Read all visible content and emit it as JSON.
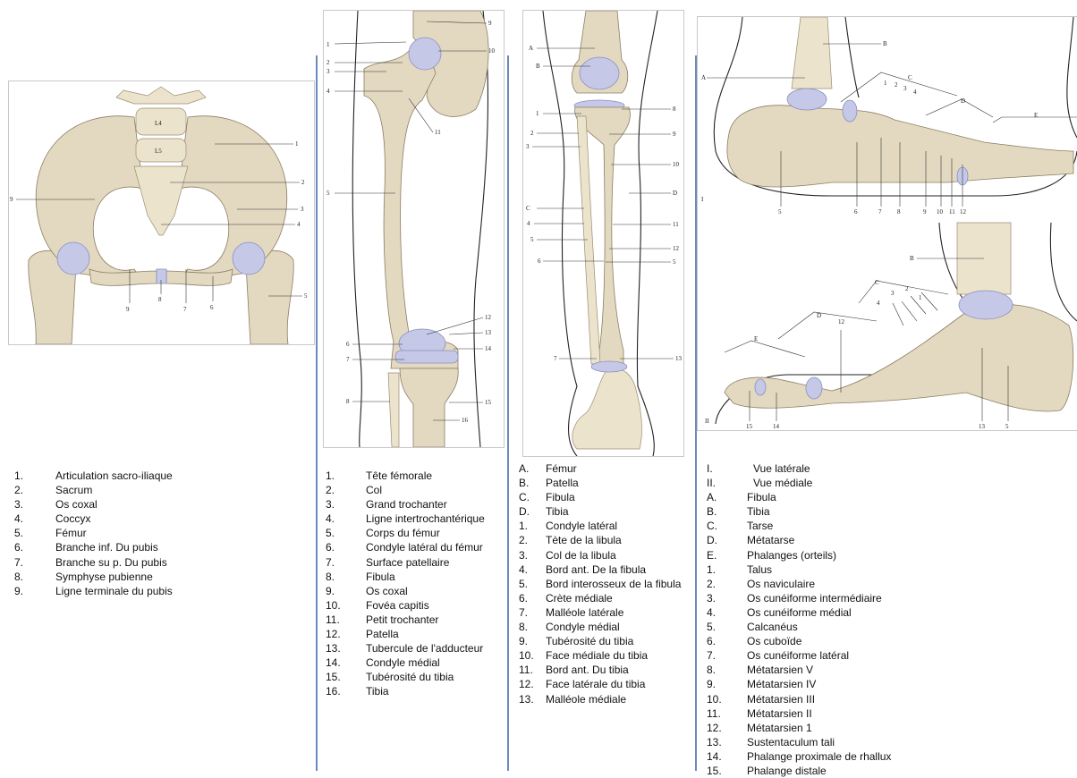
{
  "pelvis": {
    "vertebra_labels": [
      "L4",
      "L5"
    ],
    "callouts": [
      "1",
      "2",
      "3",
      "4",
      "5",
      "6",
      "7",
      "8",
      "9"
    ],
    "legend": [
      {
        "num": "1.",
        "text": "Articulation sacro-iliaque"
      },
      {
        "num": "2.",
        "text": "Sacrum"
      },
      {
        "num": "3.",
        "text": "Os coxal"
      },
      {
        "num": "4.",
        "text": "Coccyx"
      },
      {
        "num": "5.",
        "text": "Fémur"
      },
      {
        "num": "6.",
        "text": "Branche inf. Du pubis"
      },
      {
        "num": "7.",
        "text": "Branche su p. Du pubis"
      },
      {
        "num": "8.",
        "text": "Symphyse pubienne"
      },
      {
        "num": "9.",
        "text": "Ligne terminale du pubis"
      }
    ]
  },
  "femur": {
    "callouts": [
      "1",
      "2",
      "3",
      "4",
      "5",
      "6",
      "7",
      "8",
      "9",
      "10",
      "11",
      "12",
      "13",
      "14",
      "15",
      "16"
    ],
    "legend": [
      {
        "num": "1.",
        "text": "Tête fémorale"
      },
      {
        "num": "2.",
        "text": "Col"
      },
      {
        "num": "3.",
        "text": "Grand trochanter"
      },
      {
        "num": "4.",
        "text": "Ligne intertrochantérique"
      },
      {
        "num": "5.",
        "text": "Corps du fémur"
      },
      {
        "num": "6.",
        "text": "Condyle latéral du fémur"
      },
      {
        "num": "7.",
        "text": "Surface patellaire"
      },
      {
        "num": "8.",
        "text": "Fibula"
      },
      {
        "num": "9.",
        "text": "Os coxal"
      },
      {
        "num": "10.",
        "text": "Fovéa capitis"
      },
      {
        "num": "11.",
        "text": "Petit trochanter"
      },
      {
        "num": "12.",
        "text": "Patella"
      },
      {
        "num": "13.",
        "text": "Tubercule de l'adducteur"
      },
      {
        "num": "14.",
        "text": "Condyle médial"
      },
      {
        "num": "15.",
        "text": "Tubérosité du tibia"
      },
      {
        "num": "16.",
        "text": "Tibia"
      }
    ]
  },
  "leg": {
    "callouts": [
      "A",
      "B",
      "1",
      "2",
      "3",
      "C",
      "4",
      "5",
      "6",
      "7",
      "8",
      "9",
      "10",
      "D",
      "11",
      "12",
      "5",
      "13"
    ],
    "legend": [
      {
        "num": "A.",
        "text": "Fémur"
      },
      {
        "num": "B.",
        "text": "Patella"
      },
      {
        "num": "C.",
        "text": "Fibula"
      },
      {
        "num": "D.",
        "text": "Tibia"
      },
      {
        "num": "1.",
        "text": "Condyle latéral"
      },
      {
        "num": "2.",
        "text": "Tète de la libula"
      },
      {
        "num": "3.",
        "text": "Col de la libula"
      },
      {
        "num": "4.",
        "text": "Bord ant. De la fibula"
      },
      {
        "num": "5.",
        "text": "Bord interosseux de la fibula"
      },
      {
        "num": "6.",
        "text": "Crète médiale"
      },
      {
        "num": "7.",
        "text": "Malléole latérale"
      },
      {
        "num": "8.",
        "text": "Condyle médial"
      },
      {
        "num": "9.",
        "text": "Tubérosité du tibia"
      },
      {
        "num": "10.",
        "text": "Face médiale du tibia"
      },
      {
        "num": "11.",
        "text": "Bord ant. Du tibia"
      },
      {
        "num": "12.",
        "text": "Face latérale du tibia"
      },
      {
        "num": "13.",
        "text": "Malléole médiale"
      }
    ]
  },
  "foot": {
    "callouts_top": [
      "A",
      "B",
      "C",
      "D",
      "E",
      "I",
      "1",
      "2",
      "3",
      "4",
      "5",
      "6",
      "7",
      "8",
      "9",
      "10",
      "11",
      "12"
    ],
    "callouts_bottom": [
      "B",
      "C",
      "D",
      "E",
      "II",
      "1",
      "2",
      "3",
      "4",
      "12",
      "15",
      "14",
      "13",
      "5"
    ],
    "legend": [
      {
        "num": "I.",
        "text": "Vue latérale"
      },
      {
        "num": "II.",
        "text": "Vue médiale"
      },
      {
        "num": "A.",
        "text": "Fibula"
      },
      {
        "num": "B.",
        "text": "Tibia"
      },
      {
        "num": "C.",
        "text": "Tarse"
      },
      {
        "num": "D.",
        "text": "Métatarse"
      },
      {
        "num": "E.",
        "text": "Phalanges (orteils)"
      },
      {
        "num": "1.",
        "text": "Talus"
      },
      {
        "num": "2.",
        "text": "Os naviculaire"
      },
      {
        "num": "3.",
        "text": "Os cunéiforme intermédiaire"
      },
      {
        "num": "4.",
        "text": "Os cunéiforme médial"
      },
      {
        "num": "5.",
        "text": "Calcanéus"
      },
      {
        "num": "6.",
        "text": "Os cuboïde"
      },
      {
        "num": "7.",
        "text": "Os cunéiforme latéral"
      },
      {
        "num": "8.",
        "text": "Métatarsien V"
      },
      {
        "num": "9.",
        "text": "Métatarsien IV"
      },
      {
        "num": "10.",
        "text": "Métatarsien III"
      },
      {
        "num": "11.",
        "text": "Métatarsien II"
      },
      {
        "num": "12.",
        "text": "Métatarsien 1"
      },
      {
        "num": "13.",
        "text": "Sustentaculum tali"
      },
      {
        "num": "14.",
        "text": "Phalange proximale de rhallux"
      },
      {
        "num": "15.",
        "text": "Phalange distale"
      }
    ]
  }
}
